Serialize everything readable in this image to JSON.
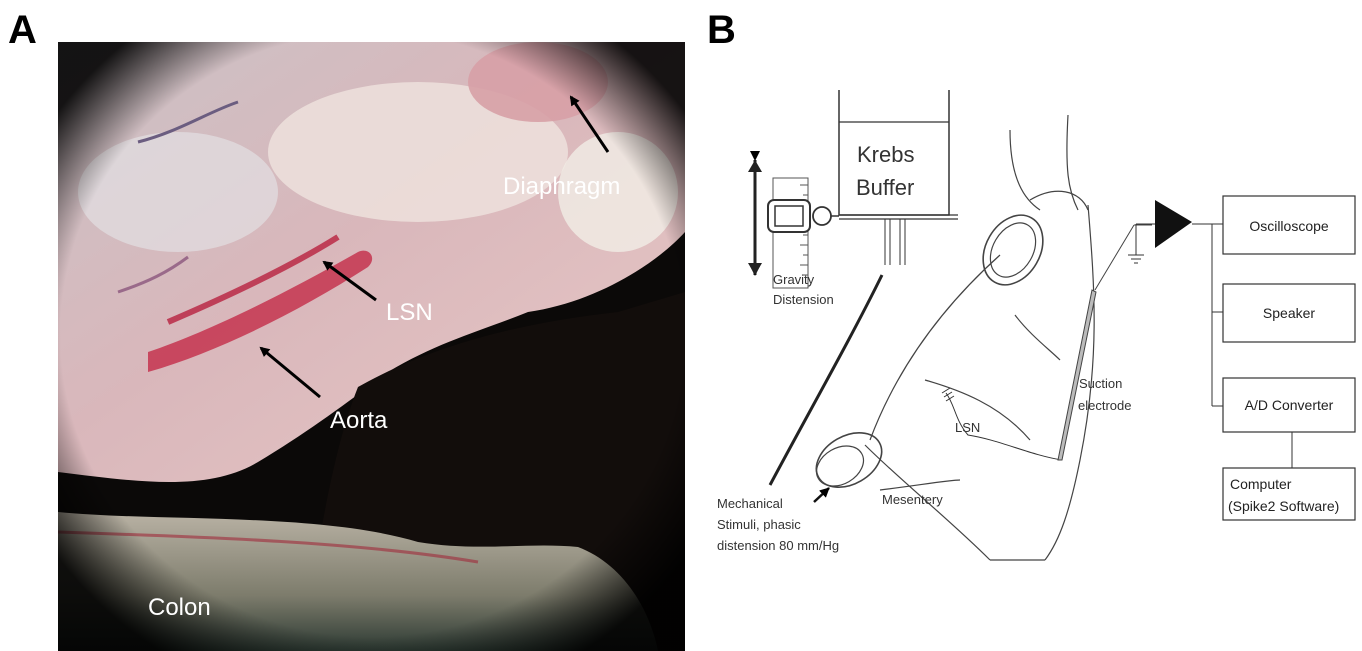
{
  "panels": {
    "a": {
      "letter": "A",
      "labels": {
        "diaphragm": "Diaphragm",
        "lsn": "LSN",
        "aorta": "Aorta",
        "colon": "Colon"
      }
    },
    "b": {
      "letter": "B",
      "reservoir": {
        "line1": "Krebs",
        "line2": "Buffer"
      },
      "gravity": {
        "line1": "Gravity",
        "line2": "Distension"
      },
      "stimuli": {
        "line1": "Mechanical",
        "line2": "Stimuli, phasic",
        "line3": "distension 80 mm/Hg"
      },
      "mesentery": "Mesentery",
      "lsn": "LSN",
      "suction": {
        "line1": "Suction",
        "line2": "electrode"
      },
      "boxes": {
        "oscilloscope": "Oscilloscope",
        "speaker": "Speaker",
        "ad_converter": "A/D Converter",
        "computer_line1": "Computer",
        "computer_line2": "(Spike2 Software)"
      }
    }
  }
}
